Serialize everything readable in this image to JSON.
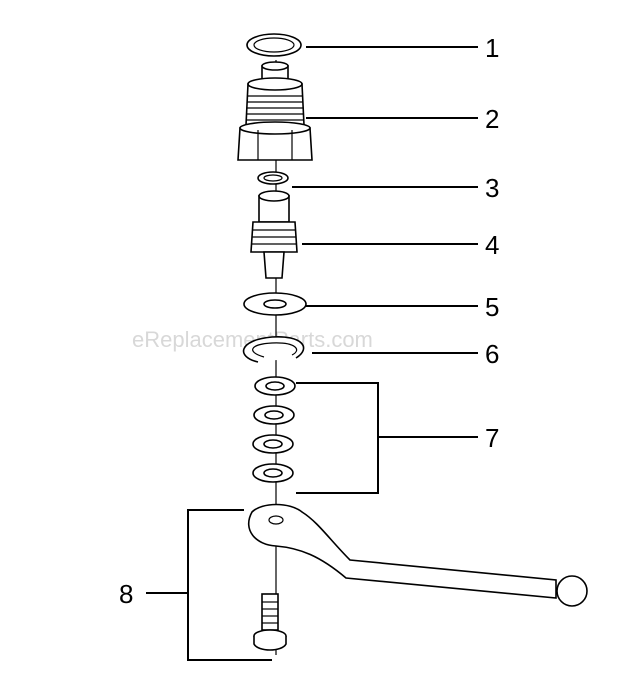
{
  "watermark": "eReplacementParts.com",
  "callouts": [
    {
      "id": "1",
      "label": "1"
    },
    {
      "id": "2",
      "label": "2"
    },
    {
      "id": "3",
      "label": "3"
    },
    {
      "id": "4",
      "label": "4"
    },
    {
      "id": "5",
      "label": "5"
    },
    {
      "id": "6",
      "label": "6"
    },
    {
      "id": "7",
      "label": "7"
    },
    {
      "id": "8",
      "label": "8"
    }
  ],
  "colors": {
    "ink": "#000000",
    "watermark": "#d8d8d8",
    "background": "#ffffff"
  }
}
